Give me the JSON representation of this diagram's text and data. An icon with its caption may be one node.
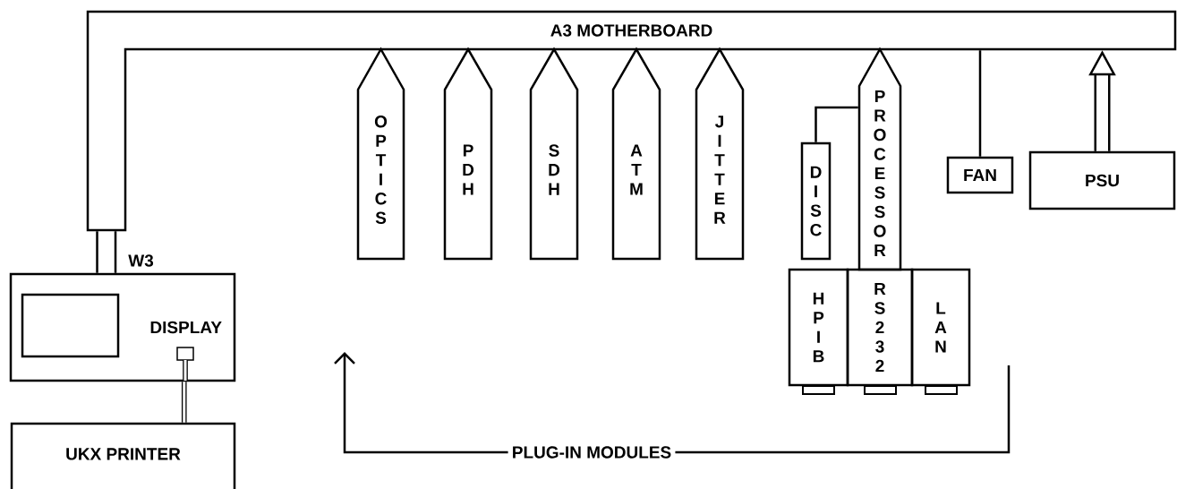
{
  "diagram": {
    "nodes": [
      {
        "text": [
          "A3 MOTHERBOARD"
        ]
      },
      {
        "text": [
          "OPTICS"
        ]
      },
      {
        "text": [
          "PDH"
        ]
      },
      {
        "text": [
          "SDH"
        ]
      },
      {
        "text": [
          "ATM"
        ]
      },
      {
        "text": [
          "JITTER"
        ]
      },
      {
        "text": [
          "PROCESSOR"
        ]
      },
      {
        "text": [
          "FAN"
        ]
      },
      {
        "text": [
          "PSU"
        ]
      },
      {
        "text": [
          "DISC"
        ]
      },
      {
        "text": [
          "DISPLAY"
        ]
      },
      {
        "text": [
          "HPIB"
        ]
      },
      {
        "text": [
          "RS232"
        ]
      },
      {
        "text": [
          "LAN"
        ]
      },
      {
        "text": [
          "PLUG-IN MODULES"
        ]
      },
      {
        "text": [
          "UKX PRINTER"
        ]
      }
    ],
    "edges": [
      {
        "from": 9,
        "to": 6,
        "arrow": "none"
      },
      {
        "from": 7,
        "to": 0,
        "arrow": "none"
      },
      {
        "from": 8,
        "to": 0,
        "arrow": "to",
        "style": "thick"
      },
      {
        "from": 0,
        "to": 10,
        "arrow": "none",
        "style": "thick",
        "label": "W3"
      },
      {
        "from": 10,
        "to": 15,
        "arrow": "none",
        "style": "thick"
      },
      {
        "from": 14,
        "to": null,
        "arrow": "to"
      },
      {
        "from": 14,
        "to": null,
        "arrow": "none"
      }
    ]
  }
}
